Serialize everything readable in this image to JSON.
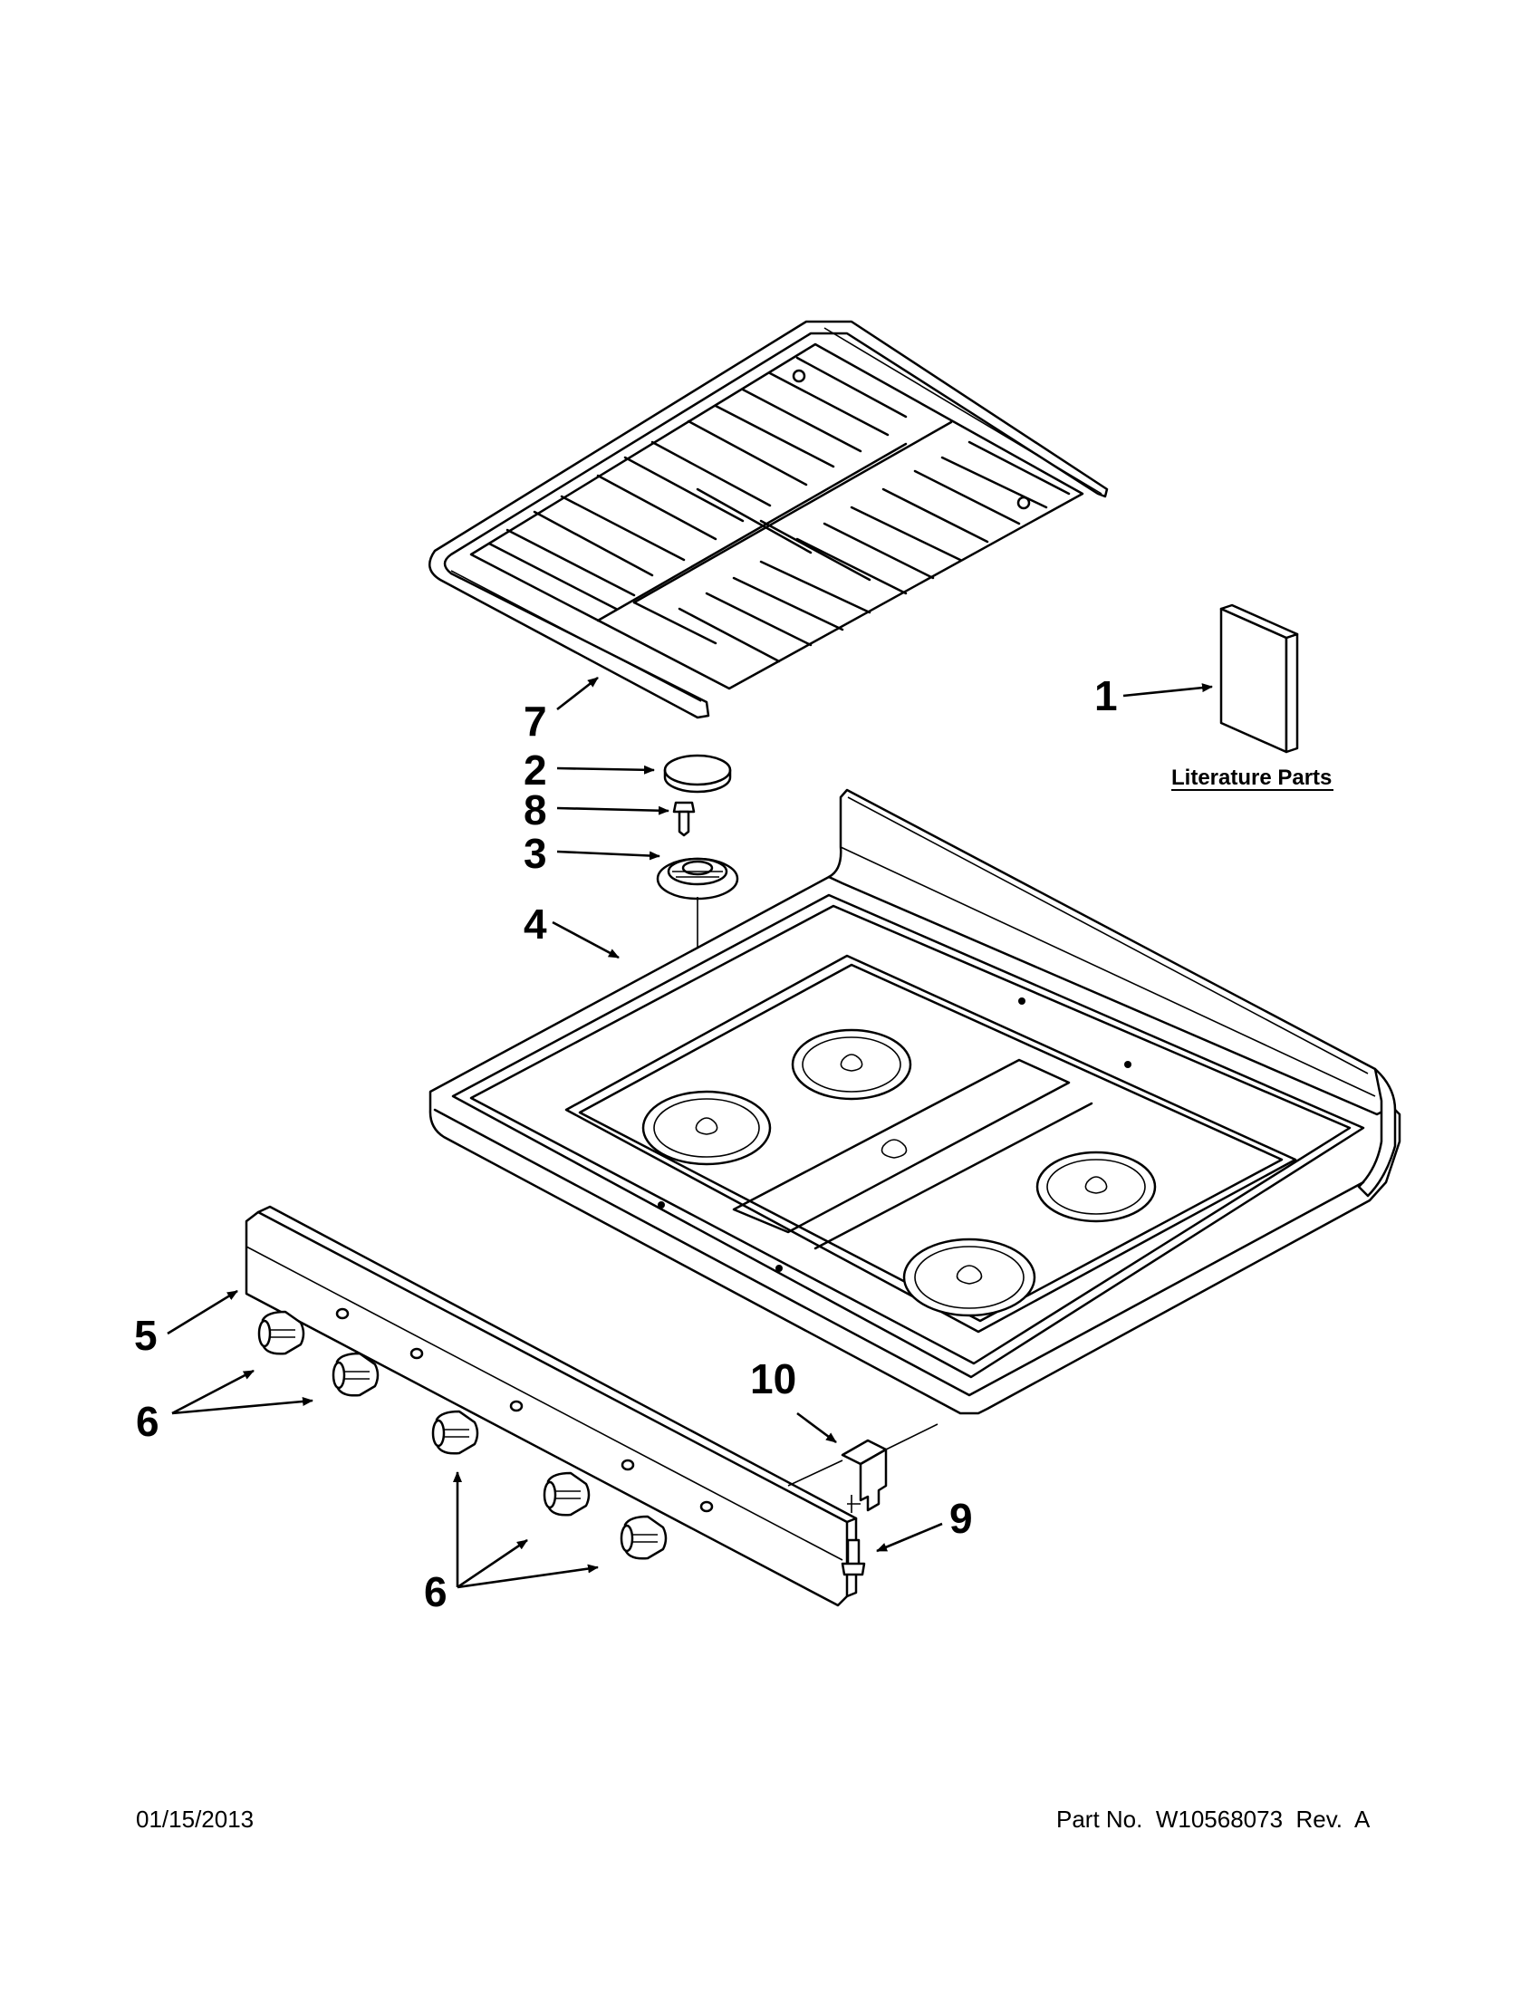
{
  "callouts": {
    "c1": "1",
    "c2": "2",
    "c3": "3",
    "c4": "4",
    "c5": "5",
    "c6a": "6",
    "c6b": "6",
    "c7": "7",
    "c8": "8",
    "c9": "9",
    "c10": "10"
  },
  "literature_label": "Literature Parts",
  "footer": {
    "date": "01/15/2013",
    "part_no": "Part No.  W10568073  Rev.  A"
  }
}
